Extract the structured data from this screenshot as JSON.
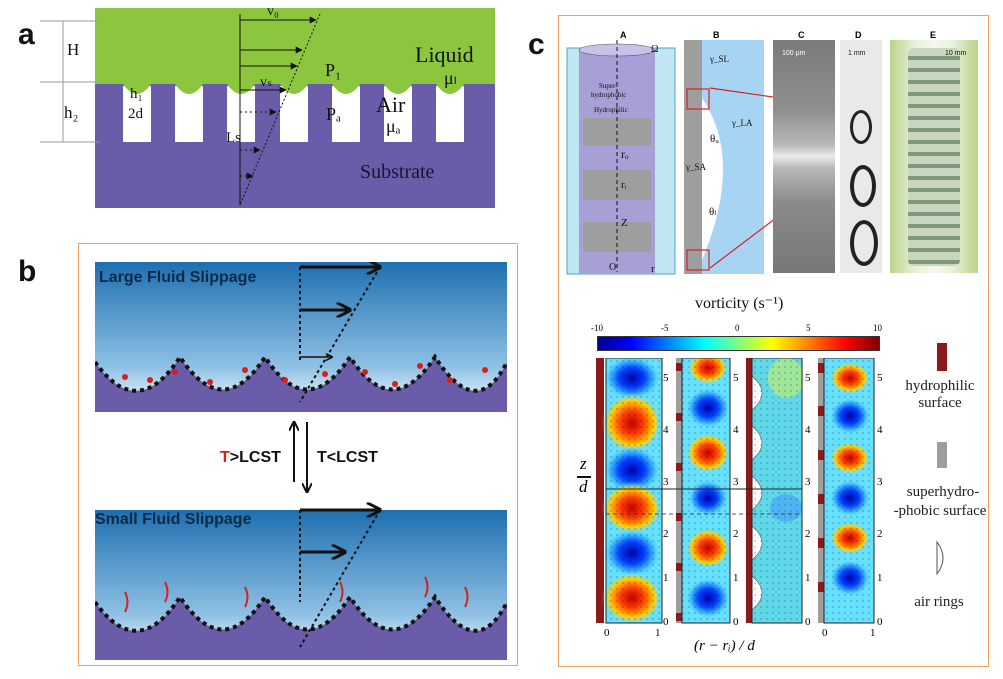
{
  "panels": {
    "a": {
      "letter": "a",
      "labels": {
        "H": "H",
        "h1": "h₁",
        "h2": "h₂",
        "two_d": "2d",
        "Ls": "Ls",
        "v0": "v₀",
        "vs": "vₛ",
        "P1": "P₁",
        "Pa": "Pₐ",
        "liquid": "Liquid",
        "mu_l": "μₗ",
        "air": "Air",
        "mu_a": "μₐ",
        "substrate": "Substrate"
      },
      "colors": {
        "liquid": "#8cc63f",
        "substrate": "#6a5ca8",
        "air": "#ffffff"
      }
    },
    "b": {
      "letter": "b",
      "labels": {
        "top_title": "Large Fluid Slippage",
        "bottom_title": "Small Fluid Slippage",
        "t_gt": "T",
        "t_gt_rest": ">LCST",
        "t_lt": "T<LCST"
      },
      "colors": {
        "water_top": "#1e6fb0",
        "water_bottom": "#e6f2fb",
        "base": "#6a5ca8",
        "red": "#d62020",
        "frame": "#f0a060"
      }
    },
    "c": {
      "letter": "c",
      "subpanels": [
        "A",
        "B",
        "C",
        "D",
        "E"
      ],
      "A": {
        "omega": "Ω",
        "super": "Super-",
        "super2": "hydrophobic",
        "hydrophilic": "Hydrophilic",
        "ro": "rₒ",
        "ri": "rᵢ",
        "z": "Z",
        "o": "O",
        "r": "r"
      },
      "B": {
        "gsl": "γ_SL",
        "gla": "γ_LA",
        "gsa": "γ_SA",
        "theta_u": "θᵤ",
        "theta_l": "θₗ"
      },
      "C": {
        "scale": "100 μm"
      },
      "D": {
        "scale": "1 mm"
      },
      "E": {
        "scale": "10 mm"
      },
      "vorticity_title": "vorticity (s⁻¹)",
      "colorbar_ticks": [
        "-10",
        "-5",
        "0",
        "5",
        "10"
      ],
      "y_label_num": "z",
      "y_label_den": "d",
      "y_ticks": [
        "0",
        "1",
        "2",
        "3",
        "4",
        "5"
      ],
      "x_ticks": [
        "0",
        "1"
      ],
      "x_label": "(r − rᵢ) / d",
      "legend": {
        "hydrophilic": "hydrophilic surface",
        "super_1": "superhydro-",
        "super_2": "-phobic surface",
        "air_rings": "air rings"
      }
    }
  }
}
